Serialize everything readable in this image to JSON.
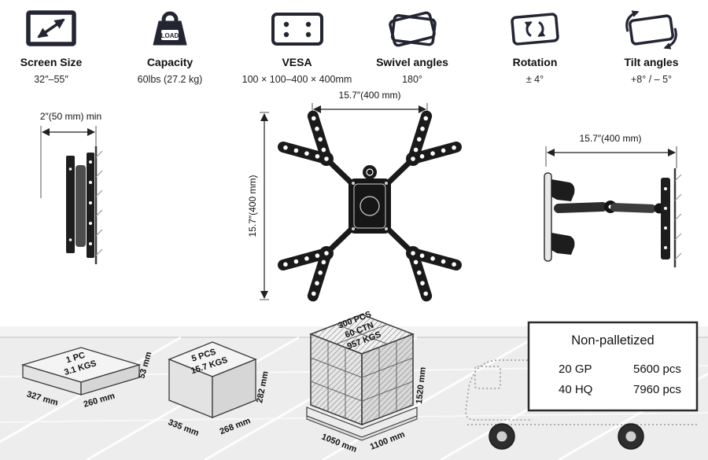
{
  "specs": [
    {
      "label": "Screen Size",
      "value": "32″–55″"
    },
    {
      "label": "Capacity",
      "value": "60lbs (27.2 kg)",
      "icon_text": "LOAD"
    },
    {
      "label": "VESA",
      "value": "100 × 100–400 × 400mm"
    },
    {
      "label": "Swivel angles",
      "value": "180°"
    },
    {
      "label": "Rotation",
      "value": "± 4°"
    },
    {
      "label": "Tilt angles",
      "value": "+8° / – 5°"
    }
  ],
  "drawings": {
    "folded_depth": "2″(50 mm) min",
    "front_width": "15.7″(400 mm)",
    "front_height": "15.7″(400 mm)",
    "extended_width": "15.7″(400 mm)"
  },
  "packaging": {
    "single_box": {
      "qty": "1 PC",
      "weight": "3.1 KGS",
      "length": "327 mm",
      "width": "260 mm",
      "height": "53 mm"
    },
    "master_carton": {
      "qty": "5 PCS",
      "weight": "15.7 KGS",
      "length": "335 mm",
      "width": "268 mm",
      "height": "282 mm"
    },
    "pallet": {
      "qty": "300 PCS",
      "cartons": "60 CTN",
      "weight": "957 KGS",
      "length": "1050 mm",
      "width": "1100 mm",
      "height": "1520 mm"
    },
    "container": {
      "title": "Non-palletized",
      "rows": [
        {
          "type": "20 GP",
          "qty": "5600 pcs"
        },
        {
          "type": "40 HQ",
          "qty": "7960 pcs"
        }
      ]
    }
  }
}
